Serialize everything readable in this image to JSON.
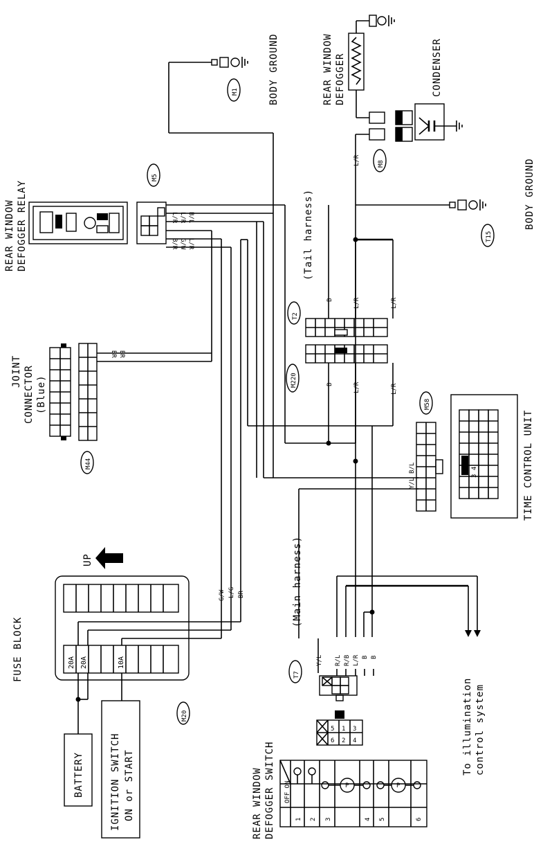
{
  "components": {
    "fuse_block": "FUSE BLOCK",
    "battery": "BATTERY",
    "ignition_switch_line1": "IGNITION SWITCH",
    "ignition_switch_line2": "ON or START",
    "rear_window_defogger_relay_line1": "REAR WINDOW",
    "rear_window_defogger_relay_line2": "DEFOGGER RELAY",
    "joint_connector_line1": "JOINT",
    "joint_connector_line2": "CONNECTOR",
    "joint_connector_line3": "(Blue)",
    "rear_window_defogger_line1": "REAR WINDOW",
    "rear_window_defogger_line2": "DEFOGGER",
    "condenser": "CONDENSER",
    "body_ground_top": "BODY GROUND",
    "body_ground_right": "BODY GROUND",
    "time_control_unit": "TIME CONTROL UNIT",
    "rear_window_defogger_switch_line1": "REAR WINDOW",
    "rear_window_defogger_switch_line2": "DEFOGGER SWITCH",
    "illumination_line1": "To illumination",
    "illumination_line2": "control system",
    "up_arrow": "UP"
  },
  "harness_labels": {
    "tail": "(Tail harness)",
    "main": "(Main harness)"
  },
  "connectors": [
    "M1",
    "M5",
    "M44",
    "T2",
    "M220",
    "T7",
    "T15",
    "M8",
    "M58",
    "M20"
  ],
  "fuses": [
    "20A",
    "20A",
    "10A"
  ],
  "wire_colors": {
    "m5": [
      "L/R",
      "L/R",
      "B/L",
      "B/R",
      "G/W",
      "L/R"
    ],
    "m44": [
      "BR",
      "BR"
    ],
    "m20": [
      "G/W",
      "L/G",
      "BR"
    ],
    "t2": [
      "B",
      "L/R",
      "L/R"
    ],
    "m220": [
      "B",
      "L/R",
      "L/R"
    ],
    "t7": "L/R",
    "m8": [
      "B/L",
      "Y/L"
    ],
    "m58": [
      "Y/L",
      "R/L",
      "R/B",
      "L/R",
      "B",
      "B"
    ]
  },
  "tcu_pins": "3 4",
  "m58_pins": [
    "5",
    "1",
    "6",
    "2",
    "3",
    "4"
  ],
  "switch_table": {
    "header": "OFF ON",
    "rows": [
      "1",
      "2",
      "3",
      "4",
      "5",
      "6"
    ]
  }
}
